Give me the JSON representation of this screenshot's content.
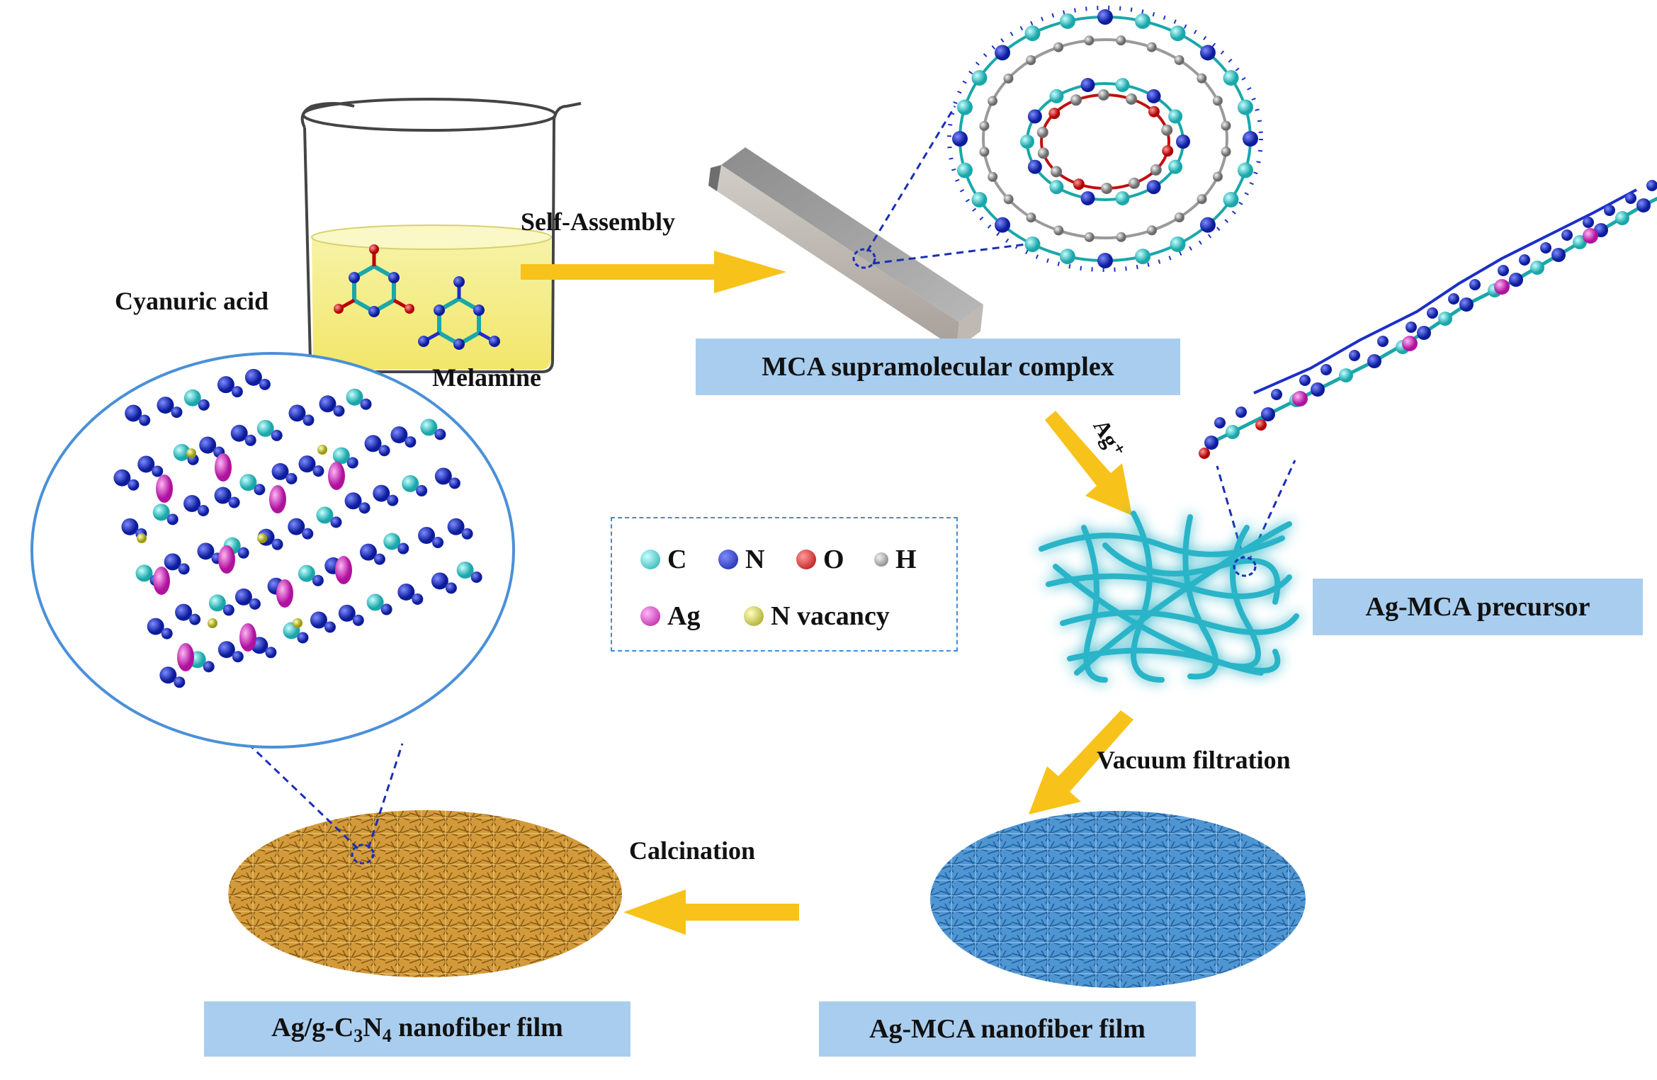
{
  "labels": {
    "self_assembly": "Self-Assembly",
    "cyanuric_acid": "Cyanuric acid",
    "melamine": "Melamine",
    "ag_ion": "Ag⁺",
    "vacuum_filtration": "Vacuum filtration",
    "calcination": "Calcination"
  },
  "boxes": {
    "mca_complex": "MCA supramolecular complex",
    "ag_mca_precursor": "Ag-MCA precursor",
    "ag_mca_film": "Ag-MCA nanofiber film",
    "film_final_prefix": "Ag/g-C",
    "film_final_sub1": "3",
    "film_final_mid": "N",
    "film_final_sub2": "4",
    "film_final_suffix": " nanofiber film"
  },
  "legend": {
    "c": "C",
    "n": "N",
    "o": "O",
    "h": "H",
    "ag": "Ag",
    "n_vacancy": "N vacancy"
  },
  "colors": {
    "carbon": "#2ec4c6",
    "nitrogen": "#1c2fc9",
    "oxygen": "#e01818",
    "hydrogen": "#9a9a9a",
    "silver": "#e23ad2",
    "n_vacancy": "#e8e840",
    "arrow": "#f7c21a",
    "box_fill": "#a9cdee",
    "precursor_fiber": "#2ab4c8",
    "ag_mca_film": "#2f7fc4",
    "final_film": "#c48a2a",
    "dashed_line": "#1a2fb5"
  }
}
